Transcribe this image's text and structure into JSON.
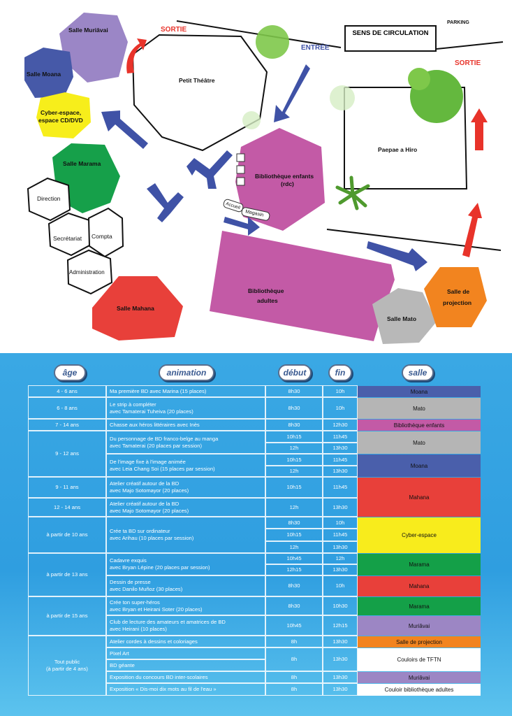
{
  "plan": {
    "rooms": {
      "muriavai": "Salle Muriâvai",
      "moana": "Salle Moana",
      "cyber_l1": "Cyber-espace,",
      "cyber_l2": "espace CD/DVD",
      "marama": "Salle Marama",
      "direction": "Direction",
      "secretariat": "Secrétariat",
      "compta": "Compta",
      "administration": "Administration",
      "mahana": "Salle Mahana",
      "petit_theatre": "Petit Théâtre",
      "bib_enfants_l1": "Bibliothèque enfants",
      "bib_enfants_l2": "(rdc)",
      "accueil": "Accueil",
      "magasin": "Magasin",
      "bib_adultes_l1": "Bibliothèque",
      "bib_adultes_l2": "adultes",
      "mato": "Salle Mato",
      "projection_l1": "Salle de",
      "projection_l2": "projection",
      "paepae": "Paepae a Hiro"
    },
    "sortie_left": "SORTIE",
    "sortie_right": "SORTIE",
    "entree": "ENTRÉE",
    "parking": "PARKING",
    "legend_title": "SENS DE CIRCULATION",
    "colors": {
      "muriavai": "#9b86c6",
      "moana": "#4659a8",
      "cyber": "#f7ee1b",
      "marama": "#16a04a",
      "mahana": "#e8403a",
      "bib": "#c35aa6",
      "mato": "#b8b8b8",
      "projection": "#f2841f",
      "arrow_blue": "#3f52a6",
      "arrow_red": "#e8332a"
    }
  },
  "schedule": {
    "headers": {
      "age": "âge",
      "animation": "animation",
      "debut": "début",
      "fin": "fin",
      "salle": "salle"
    },
    "ages": {
      "a1": "4 - 6 ans",
      "a2": "6 - 8 ans",
      "a3": "7 - 14 ans",
      "a4": "9 - 12 ans",
      "a5": "9 - 11 ans",
      "a6": "12 - 14 ans",
      "a7": "à partir de 10 ans",
      "a8": "à partir de 13 ans",
      "a9": "à partir de 15 ans",
      "a10_l1": "Tout public",
      "a10_l2": "(à partir de 4 ans)"
    },
    "animations": {
      "r1": "Ma première BD avec Marina (15 places)",
      "r2_l1": "Le strip à compléter",
      "r2_l2": "avec Tamaterai Tuheiva (20 places)",
      "r3": "Chasse aux héros littéraires avec Inès",
      "r4_l1": "Du personnage de BD franco-belge au manga",
      "r4_l2": "avec Tamaterai (20 places par session)",
      "r5_l1": "De l'image fixe à l'image animée",
      "r5_l2": "avec Leia Chang Soi (15 places par session)",
      "r6_l1": "Atelier créatif autour de la BD",
      "r6_l2": "avec Majo Sotomayor (20 places)",
      "r7_l1": "Atelier créatif autour de la BD",
      "r7_l2": "avec Majo Sotomayor (20 places)",
      "r8_l1": "Crée ta BD sur ordinateur",
      "r8_l2": "avec Arihau (10 places par session)",
      "r9_l1": "Cadavre exquis",
      "r9_l2": "avec Bryan Lépine (20 places par session)",
      "r10_l1": "Dessin de presse",
      "r10_l2": "avec Danilo Muñoz (30 places)",
      "r11_l1": "Crée ton super-héros",
      "r11_l2": "avec Bryan et Heirani Soter (20 places)",
      "r12_l1": "Club de lecture des amateurs et amatrices de BD",
      "r12_l2": "avec Heirani (10 places)",
      "r13": "Atelier cordes à dessins et coloriages",
      "r14": "Pixel Art",
      "r15": "BD géante",
      "r16": "Exposition du concours BD inter-scolaires",
      "r17": "Exposition « Dis-moi dix mots au fil de l'eau »"
    },
    "times": {
      "r1_d": "8h30",
      "r1_f": "10h",
      "r2_d": "8h30",
      "r2_f": "10h",
      "r3_d": "8h30",
      "r3_f": "12h30",
      "r4a_d": "10h15",
      "r4a_f": "11h45",
      "r4b_d": "12h",
      "r4b_f": "13h30",
      "r5a_d": "10h15",
      "r5a_f": "11h45",
      "r5b_d": "12h",
      "r5b_f": "13h30",
      "r6_d": "10h15",
      "r6_f": "11h45",
      "r7_d": "12h",
      "r7_f": "13h30",
      "r8a_d": "8h30",
      "r8a_f": "10h",
      "r8b_d": "10h15",
      "r8b_f": "11h45",
      "r8c_d": "12h",
      "r8c_f": "13h30",
      "r9a_d": "10h45",
      "r9a_f": "12h",
      "r9b_d": "12h15",
      "r9b_f": "13h30",
      "r10_d": "8h30",
      "r10_f": "10h",
      "r11_d": "8h30",
      "r11_f": "10h30",
      "r12_d": "10h45",
      "r12_f": "12h15",
      "r13_d": "8h",
      "r13_f": "13h30",
      "r1415_d": "8h",
      "r1415_f": "13h30",
      "r16_d": "8h",
      "r16_f": "13h30",
      "r17_d": "8h",
      "r17_f": "13h30"
    },
    "salles": {
      "s1": "Moana",
      "s2": "Mato",
      "s3": "Bibliothèque enfants",
      "s4": "Mato",
      "s5": "Moana",
      "s67": "Mahana",
      "s8": "Cyber-espace",
      "s9": "Marama",
      "s10": "Mahana",
      "s11": "Marama",
      "s12": "Muriâvai",
      "s13": "Salle de projection",
      "s1415": "Couloirs de TFTN",
      "s16": "Muriâvai",
      "s17": "Couloir bibliothèque adultes"
    },
    "salle_colors": {
      "moana": "#4a5fab",
      "mato": "#b5b5b5",
      "bib": "#c35aa6",
      "mahana": "#e8403a",
      "cyber": "#f8ec1c",
      "marama": "#14a048",
      "muriavai": "#9c86c4",
      "projection": "#f2841f",
      "white": "#ffffff"
    }
  }
}
